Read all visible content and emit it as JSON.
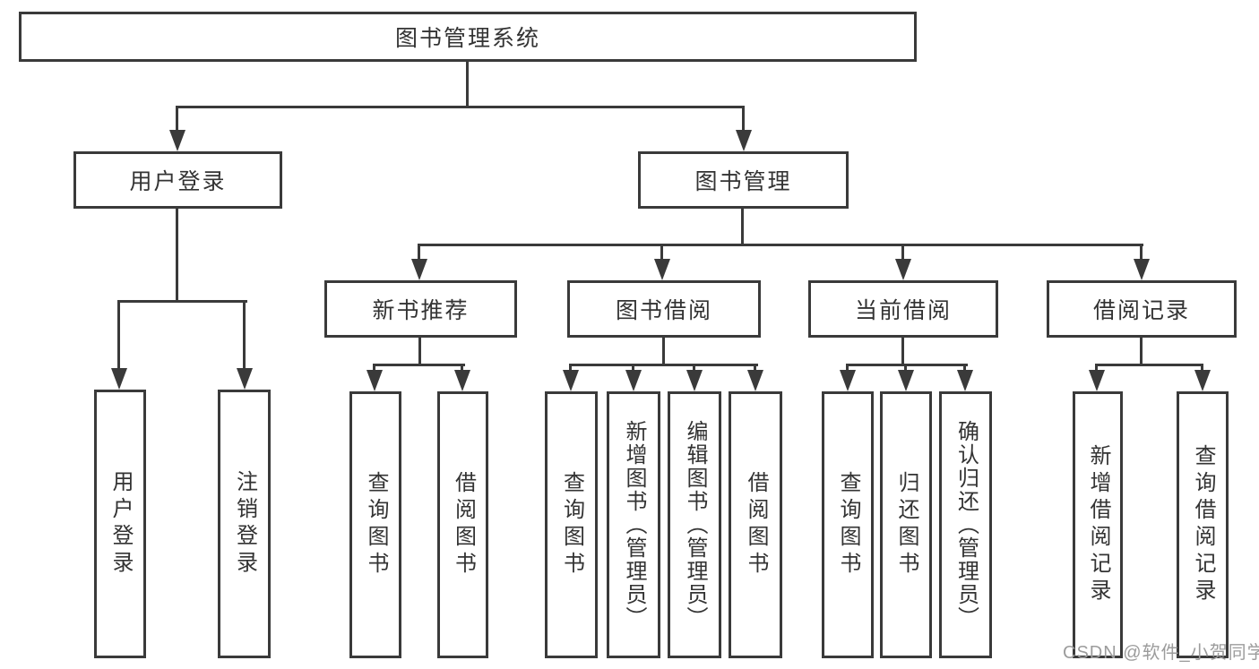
{
  "tree": {
    "label": "图书管理系统",
    "children": [
      {
        "label": "用户登录",
        "children": [
          {
            "label": "用户登录"
          },
          {
            "label": "注销登录"
          }
        ]
      },
      {
        "label": "图书管理",
        "children": [
          {
            "label": "新书推荐",
            "children": [
              {
                "label": "查询图书"
              },
              {
                "label": "借阅图书"
              }
            ]
          },
          {
            "label": "图书借阅",
            "children": [
              {
                "label": "查询图书"
              },
              {
                "label": "新增图书（管理员）"
              },
              {
                "label": "编辑图书（管理员）"
              },
              {
                "label": "借阅图书"
              }
            ]
          },
          {
            "label": "当前借阅",
            "children": [
              {
                "label": "查询图书"
              },
              {
                "label": "归还图书"
              },
              {
                "label": "确认归还（管理员）"
              }
            ]
          },
          {
            "label": "借阅记录",
            "children": [
              {
                "label": "新增借阅记录"
              },
              {
                "label": "查询借阅记录"
              }
            ]
          }
        ]
      }
    ]
  },
  "watermark": {
    "text": "CSDN @软件_小贺同学"
  },
  "colors": {
    "line": "#3a3a3a",
    "text": "#333333",
    "watermark": "#9c9c9c",
    "background": "#ffffff"
  }
}
